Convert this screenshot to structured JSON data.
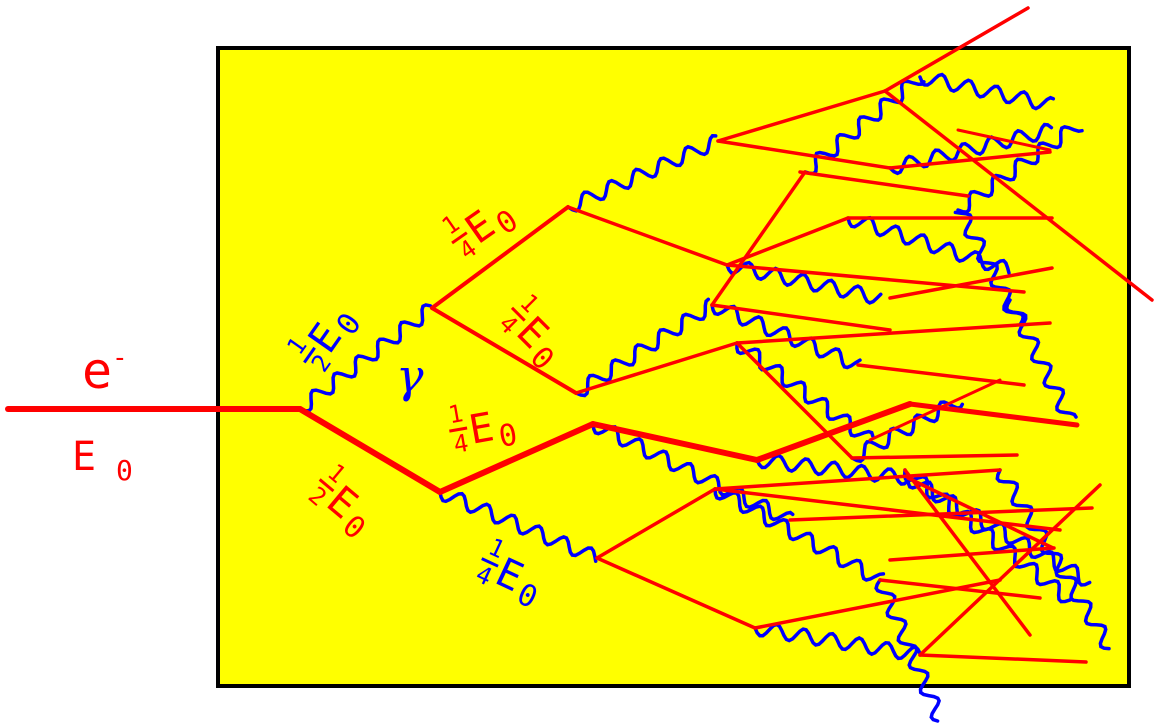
{
  "colors": {
    "background": "#ffffff",
    "medium": "#ffff00",
    "frame": "#000000",
    "electron": "#ff0000",
    "photon": "#0000ff"
  },
  "incoming": {
    "particle": "e",
    "charge": "-",
    "energy_symbol": "E",
    "energy_subscript": "0"
  },
  "labels": {
    "photon_half": {
      "numerator": "1",
      "denominator": "2",
      "symbol": "E",
      "subscript": "0"
    },
    "electron_half": {
      "numerator": "1",
      "denominator": "2",
      "symbol": "E",
      "subscript": "0"
    },
    "photon_symbol": "γ",
    "quarter_upper": {
      "numerator": "1",
      "denominator": "4",
      "symbol": "E",
      "subscript": "0"
    },
    "quarter_middle": {
      "numerator": "1",
      "denominator": "4",
      "symbol": "E",
      "subscript": "0"
    },
    "quarter_lower": {
      "numerator": "1",
      "denominator": "4",
      "symbol": "E",
      "subscript": "0"
    },
    "quarter_photon": {
      "numerator": "1",
      "denominator": "4",
      "symbol": "E",
      "subscript": "0"
    }
  }
}
